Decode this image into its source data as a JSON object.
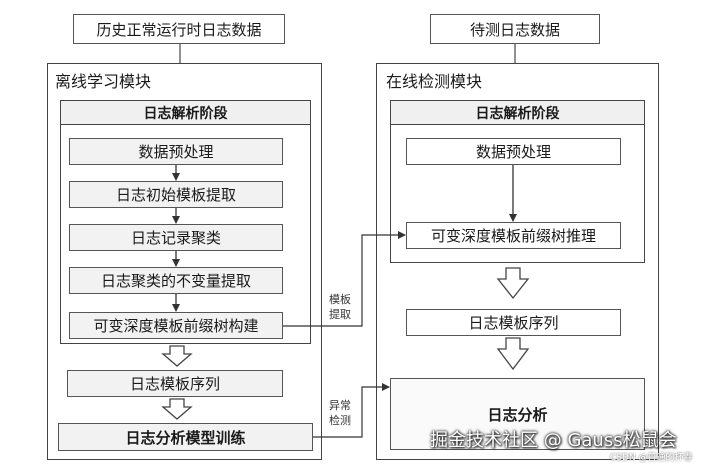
{
  "top_inputs": {
    "historical": "历史正常运行时日志数据",
    "pending": "待测日志数据"
  },
  "offline": {
    "title": "离线学习模块",
    "parse_stage": "日志解析阶段",
    "steps": [
      "数据预处理",
      "日志初始模板提取",
      "日志记录聚类",
      "日志聚类的不变量提取",
      "可变深度模板前缀树构建"
    ],
    "template_sequence": "日志模板序列",
    "training": "日志分析模型训练"
  },
  "online": {
    "title": "在线检测模块",
    "parse_stage": "日志解析阶段",
    "steps": [
      "数据预处理",
      "可变深度模板前缀树推理"
    ],
    "template_sequence": "日志模板序列",
    "analysis": "日志分析"
  },
  "connectors": {
    "template_extract": "模板\n提取",
    "anomaly_detect": "异常\n检测"
  },
  "watermark": {
    "main": "掘金技术社区 @ Gauss松鼠会",
    "sub": "CSDN @普通的杯春"
  }
}
